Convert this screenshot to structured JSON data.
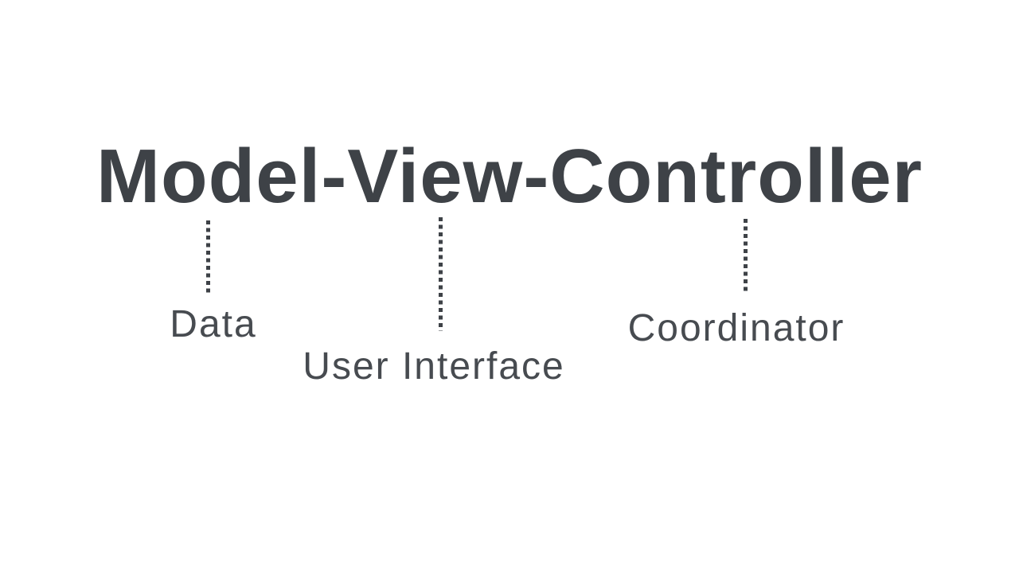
{
  "colors": {
    "background": "#ffffff",
    "title_ink": "#3e4247",
    "label_ink": "#474b50"
  },
  "title": {
    "text": "Model-View-Controller"
  },
  "annotations": [
    {
      "term": "Model",
      "label": "Data"
    },
    {
      "term": "View",
      "label": "User Interface"
    },
    {
      "term": "Controller",
      "label": "Coordinator"
    }
  ]
}
